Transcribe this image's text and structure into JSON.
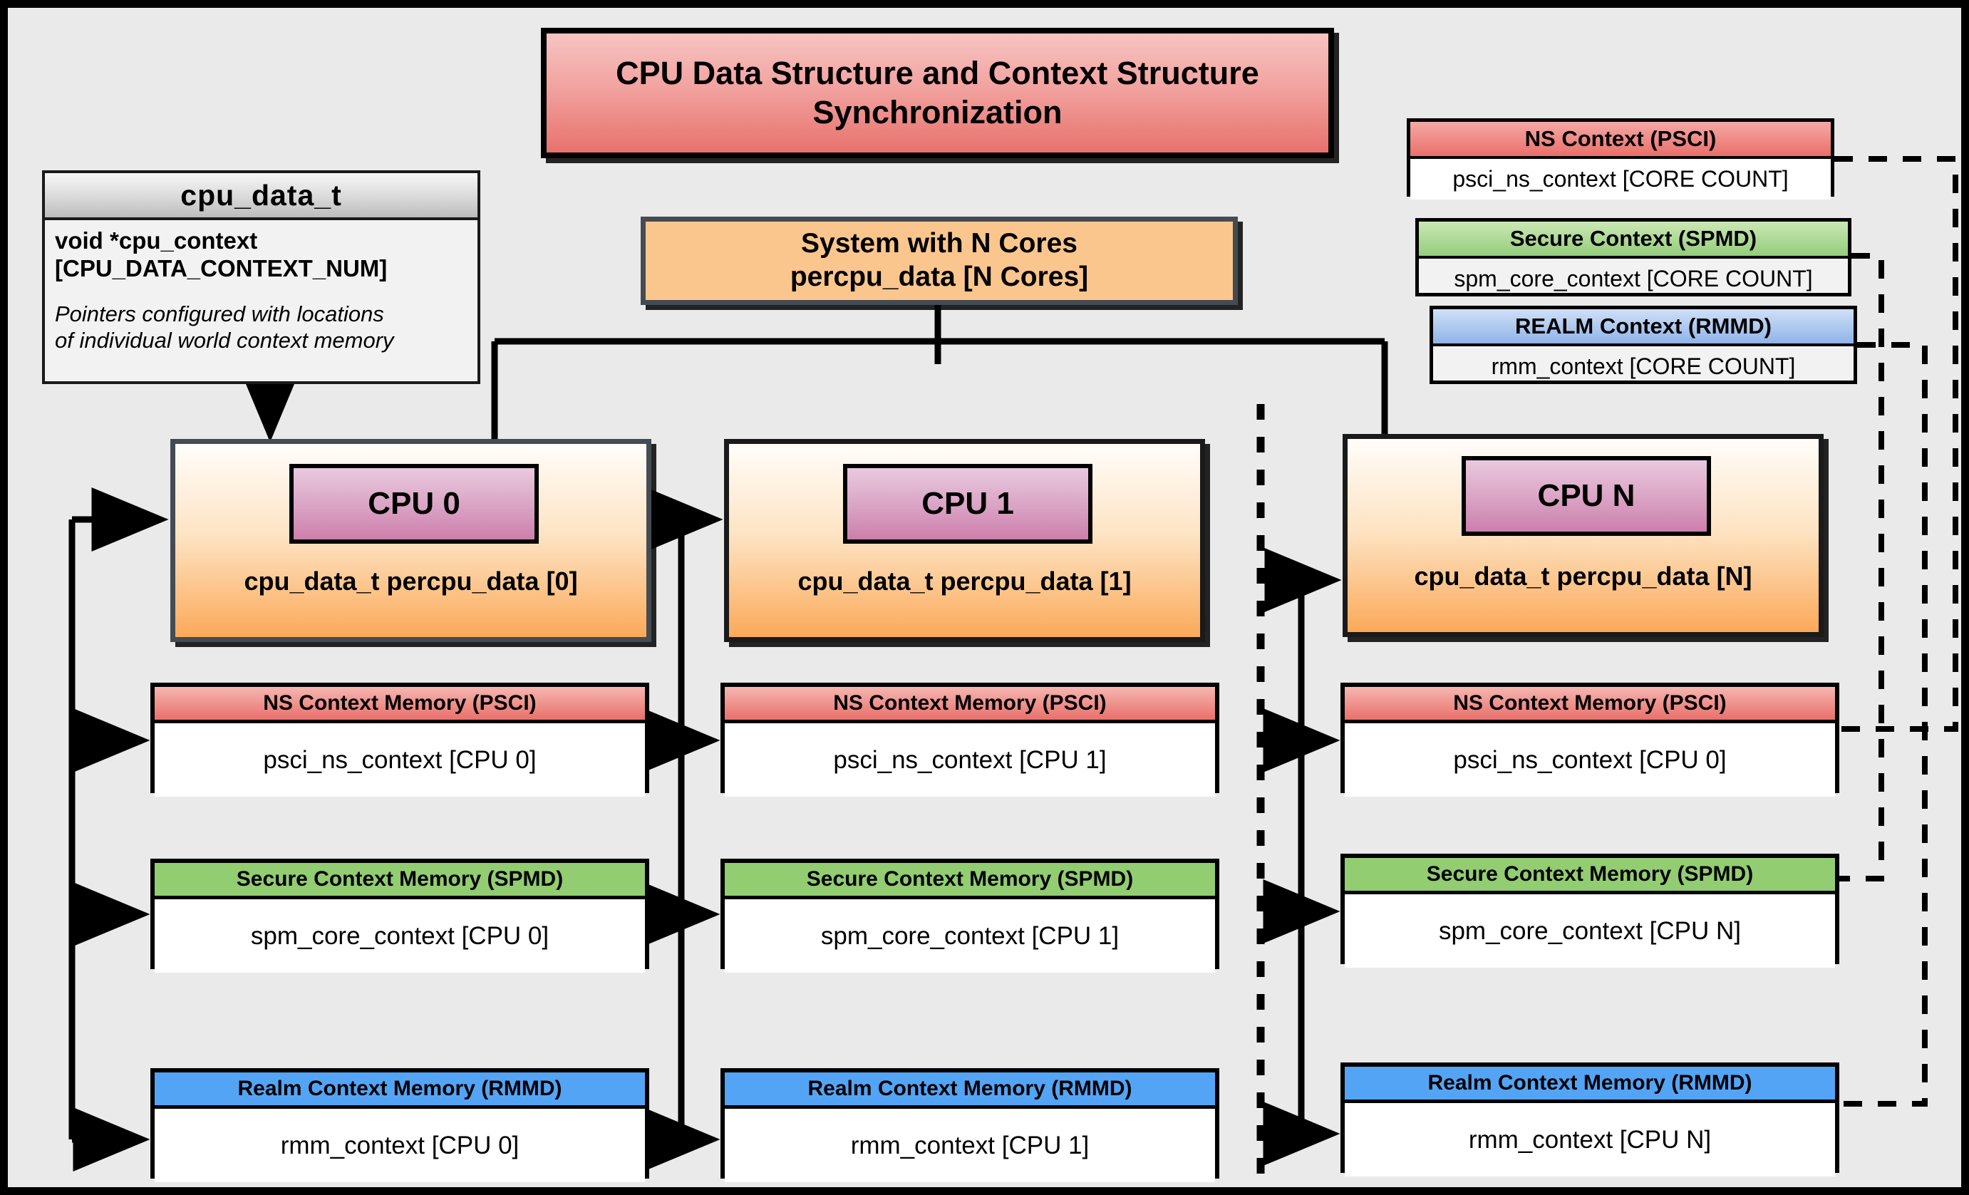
{
  "diagram": {
    "title": "CPU Data Structure and Context Structure Synchronization",
    "background_color": "#eaeaea",
    "border_color": "#000000"
  },
  "cpu_data_t": {
    "header": "cpu_data_t",
    "field": "void  *cpu_context [CPU_DATA_CONTEXT_NUM]",
    "field_line1": "void  *cpu_context",
    "field_line2": "[CPU_DATA_CONTEXT_NUM]",
    "note_line1": "Pointers configured with locations",
    "note_line2": "of individual world context memory"
  },
  "system": {
    "line1": "System with N Cores",
    "line2": "percpu_data [N Cores]"
  },
  "global_contexts": [
    {
      "name": "ns-context",
      "header": "NS Context  (PSCI)",
      "value": "psci_ns_context [CORE COUNT]",
      "accent": "#e9706a"
    },
    {
      "name": "secure-context",
      "header": "Secure Context (SPMD)",
      "value": "spm_core_context [CORE COUNT]",
      "accent": "#94cd7c"
    },
    {
      "name": "realm-context",
      "header": "REALM Context (RMMD)",
      "value": "rmm_context [CORE COUNT]",
      "accent": "#8fb4e8"
    }
  ],
  "cpus": [
    {
      "id": "cpu-0",
      "chip_label": "CPU 0",
      "caption": "cpu_data_t percpu_data [0]",
      "memories": [
        {
          "name": "ns-context-memory",
          "header": "NS Context Memory (PSCI)",
          "value": "psci_ns_context [CPU 0]",
          "accent": "#e9706a"
        },
        {
          "name": "secure-context-memory",
          "header": "Secure Context Memory (SPMD)",
          "value": "spm_core_context [CPU 0]",
          "accent": "#92cd72"
        },
        {
          "name": "realm-context-memory",
          "header": "Realm Context Memory (RMMD)",
          "value": "rmm_context [CPU 0]",
          "accent": "#54a4f5"
        }
      ]
    },
    {
      "id": "cpu-1",
      "chip_label": "CPU 1",
      "caption": "cpu_data_t percpu_data [1]",
      "memories": [
        {
          "name": "ns-context-memory",
          "header": "NS Context Memory (PSCI)",
          "value": "psci_ns_context [CPU 1]",
          "accent": "#e9706a"
        },
        {
          "name": "secure-context-memory",
          "header": "Secure Context Memory (SPMD)",
          "value": "spm_core_context [CPU 1]",
          "accent": "#92cd72"
        },
        {
          "name": "realm-context-memory",
          "header": "Realm Context Memory (RMMD)",
          "value": "rmm_context [CPU 1]",
          "accent": "#54a4f5"
        }
      ]
    },
    {
      "id": "cpu-n",
      "chip_label": "CPU N",
      "caption": "cpu_data_t percpu_data [N]",
      "memories": [
        {
          "name": "ns-context-memory",
          "header": "NS Context Memory (PSCI)",
          "value": "psci_ns_context [CPU 0]",
          "accent": "#e9706a"
        },
        {
          "name": "secure-context-memory",
          "header": "Secure Context Memory (SPMD)",
          "value": "spm_core_context [CPU N]",
          "accent": "#92cd72"
        },
        {
          "name": "realm-context-memory",
          "header": "Realm Context Memory (RMMD)",
          "value": "rmm_context [CPU N]",
          "accent": "#54a4f5"
        }
      ]
    }
  ]
}
